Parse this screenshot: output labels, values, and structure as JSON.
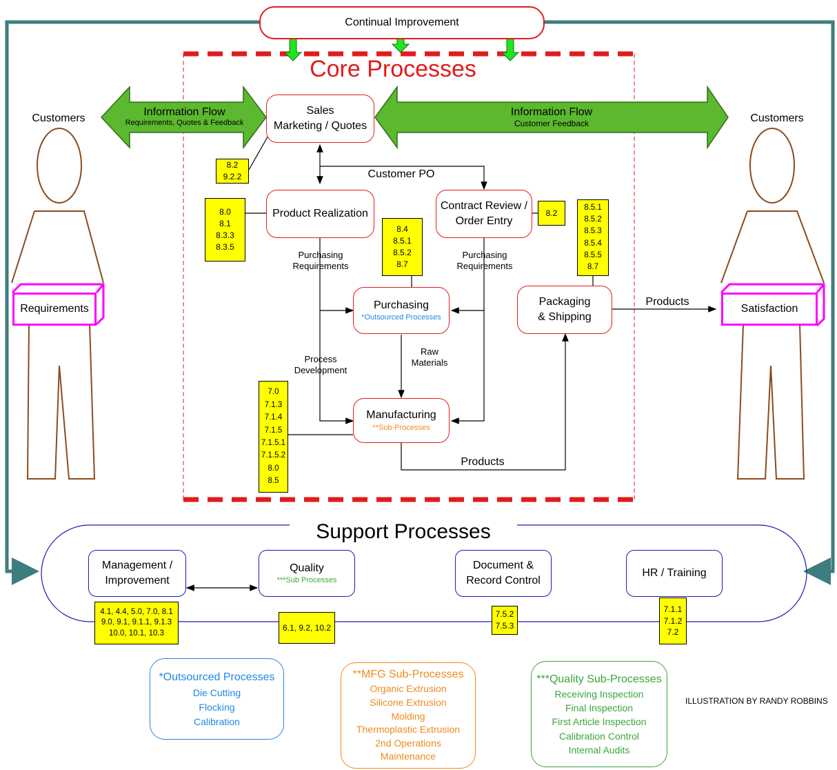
{
  "title_top": "Continual Improvement",
  "core": {
    "title": "Core Processes",
    "sales": "Sales\nMarketing / Quotes",
    "product_realization": "Product Realization",
    "contract_review": "Contract Review /\nOrder Entry",
    "purchasing": "Purchasing",
    "purchasing_sub": "*Outsourced Processes",
    "manufacturing": "Manufacturing",
    "manufacturing_sub": "**Sub-Processes",
    "packaging": "Packaging\n& Shipping"
  },
  "flows": {
    "info_left_title": "Information Flow",
    "info_left_sub": "Requirements, Quotes & Feedback",
    "info_right_title": "Information Flow",
    "info_right_sub": "Customer Feedback",
    "customer_po": "Customer PO",
    "purch_req_left": "Purchasing\nRequirements",
    "purch_req_right": "Purchasing\nRequirements",
    "raw_materials": "Raw\nMaterials",
    "process_dev": "Process\nDevelopment",
    "products_bottom": "Products",
    "products_right": "Products"
  },
  "customers": {
    "left_label": "Customers",
    "right_label": "Customers",
    "requirements": "Requirements",
    "satisfaction": "Satisfaction"
  },
  "clauses": {
    "sales": "8.2\n9.2.2",
    "product_realization": "8.0\n8.1\n8.3.3\n8.3.5",
    "purchasing": "8.4\n8.5.1\n8.5.2\n8.7",
    "contract_review": "8.2",
    "packaging": "8.5.1\n8.5.2\n8.5.3\n8.5.4\n8.5.5\n8.7",
    "manufacturing": "7.0\n7.1.3\n7.1.4\n7.1.5\n7.1.5.1\n7.1.5.2\n8.0\n8.5",
    "management": "4.1, 4.4, 5.0, 7.0, 8.1\n9.0, 9.1, 9.1.1, 9.1.3\n10.0, 10.1, 10.3",
    "quality": "6.1, 9.2, 10.2",
    "document": "7.5.2\n7.5.3",
    "hr": "7.1.1\n7.1.2\n7.2"
  },
  "support": {
    "title": "Support Processes",
    "management": "Management /\nImprovement",
    "quality": "Quality",
    "quality_sub": "***Sub Processes",
    "document": "Document &\nRecord Control",
    "hr": "HR / Training"
  },
  "legends": {
    "outsourced": {
      "title": "*Outsourced Processes",
      "items": [
        "Die Cutting",
        "Flocking",
        "Calibration"
      ],
      "color": "#1e88e5"
    },
    "mfg": {
      "title": "**MFG Sub-Processes",
      "items": [
        "Organic Extrusion",
        "Silicone Extrusion",
        "Molding",
        "Thermoplastic Extrusion",
        "2nd Operations",
        "Maintenance"
      ],
      "color": "#f08a1c"
    },
    "quality": {
      "title": "***Quality Sub-Processes",
      "items": [
        "Receiving Inspection",
        "Final Inspection",
        "First Article Inspection",
        "Calibration Control",
        "Internal Audits"
      ],
      "color": "#3aa63a"
    }
  },
  "credit": "ILLUSTRATION BY RANDY ROBBINS",
  "colors": {
    "core_red": "#e31b1b",
    "support_blue": "#1a1ab0",
    "clause_yellow": "#ffff00",
    "flow_green": "#5cb82e",
    "loop_teal": "#3e7d7d",
    "figure_brown": "#8a4a1c",
    "box_magenta": "#ff00ff"
  }
}
